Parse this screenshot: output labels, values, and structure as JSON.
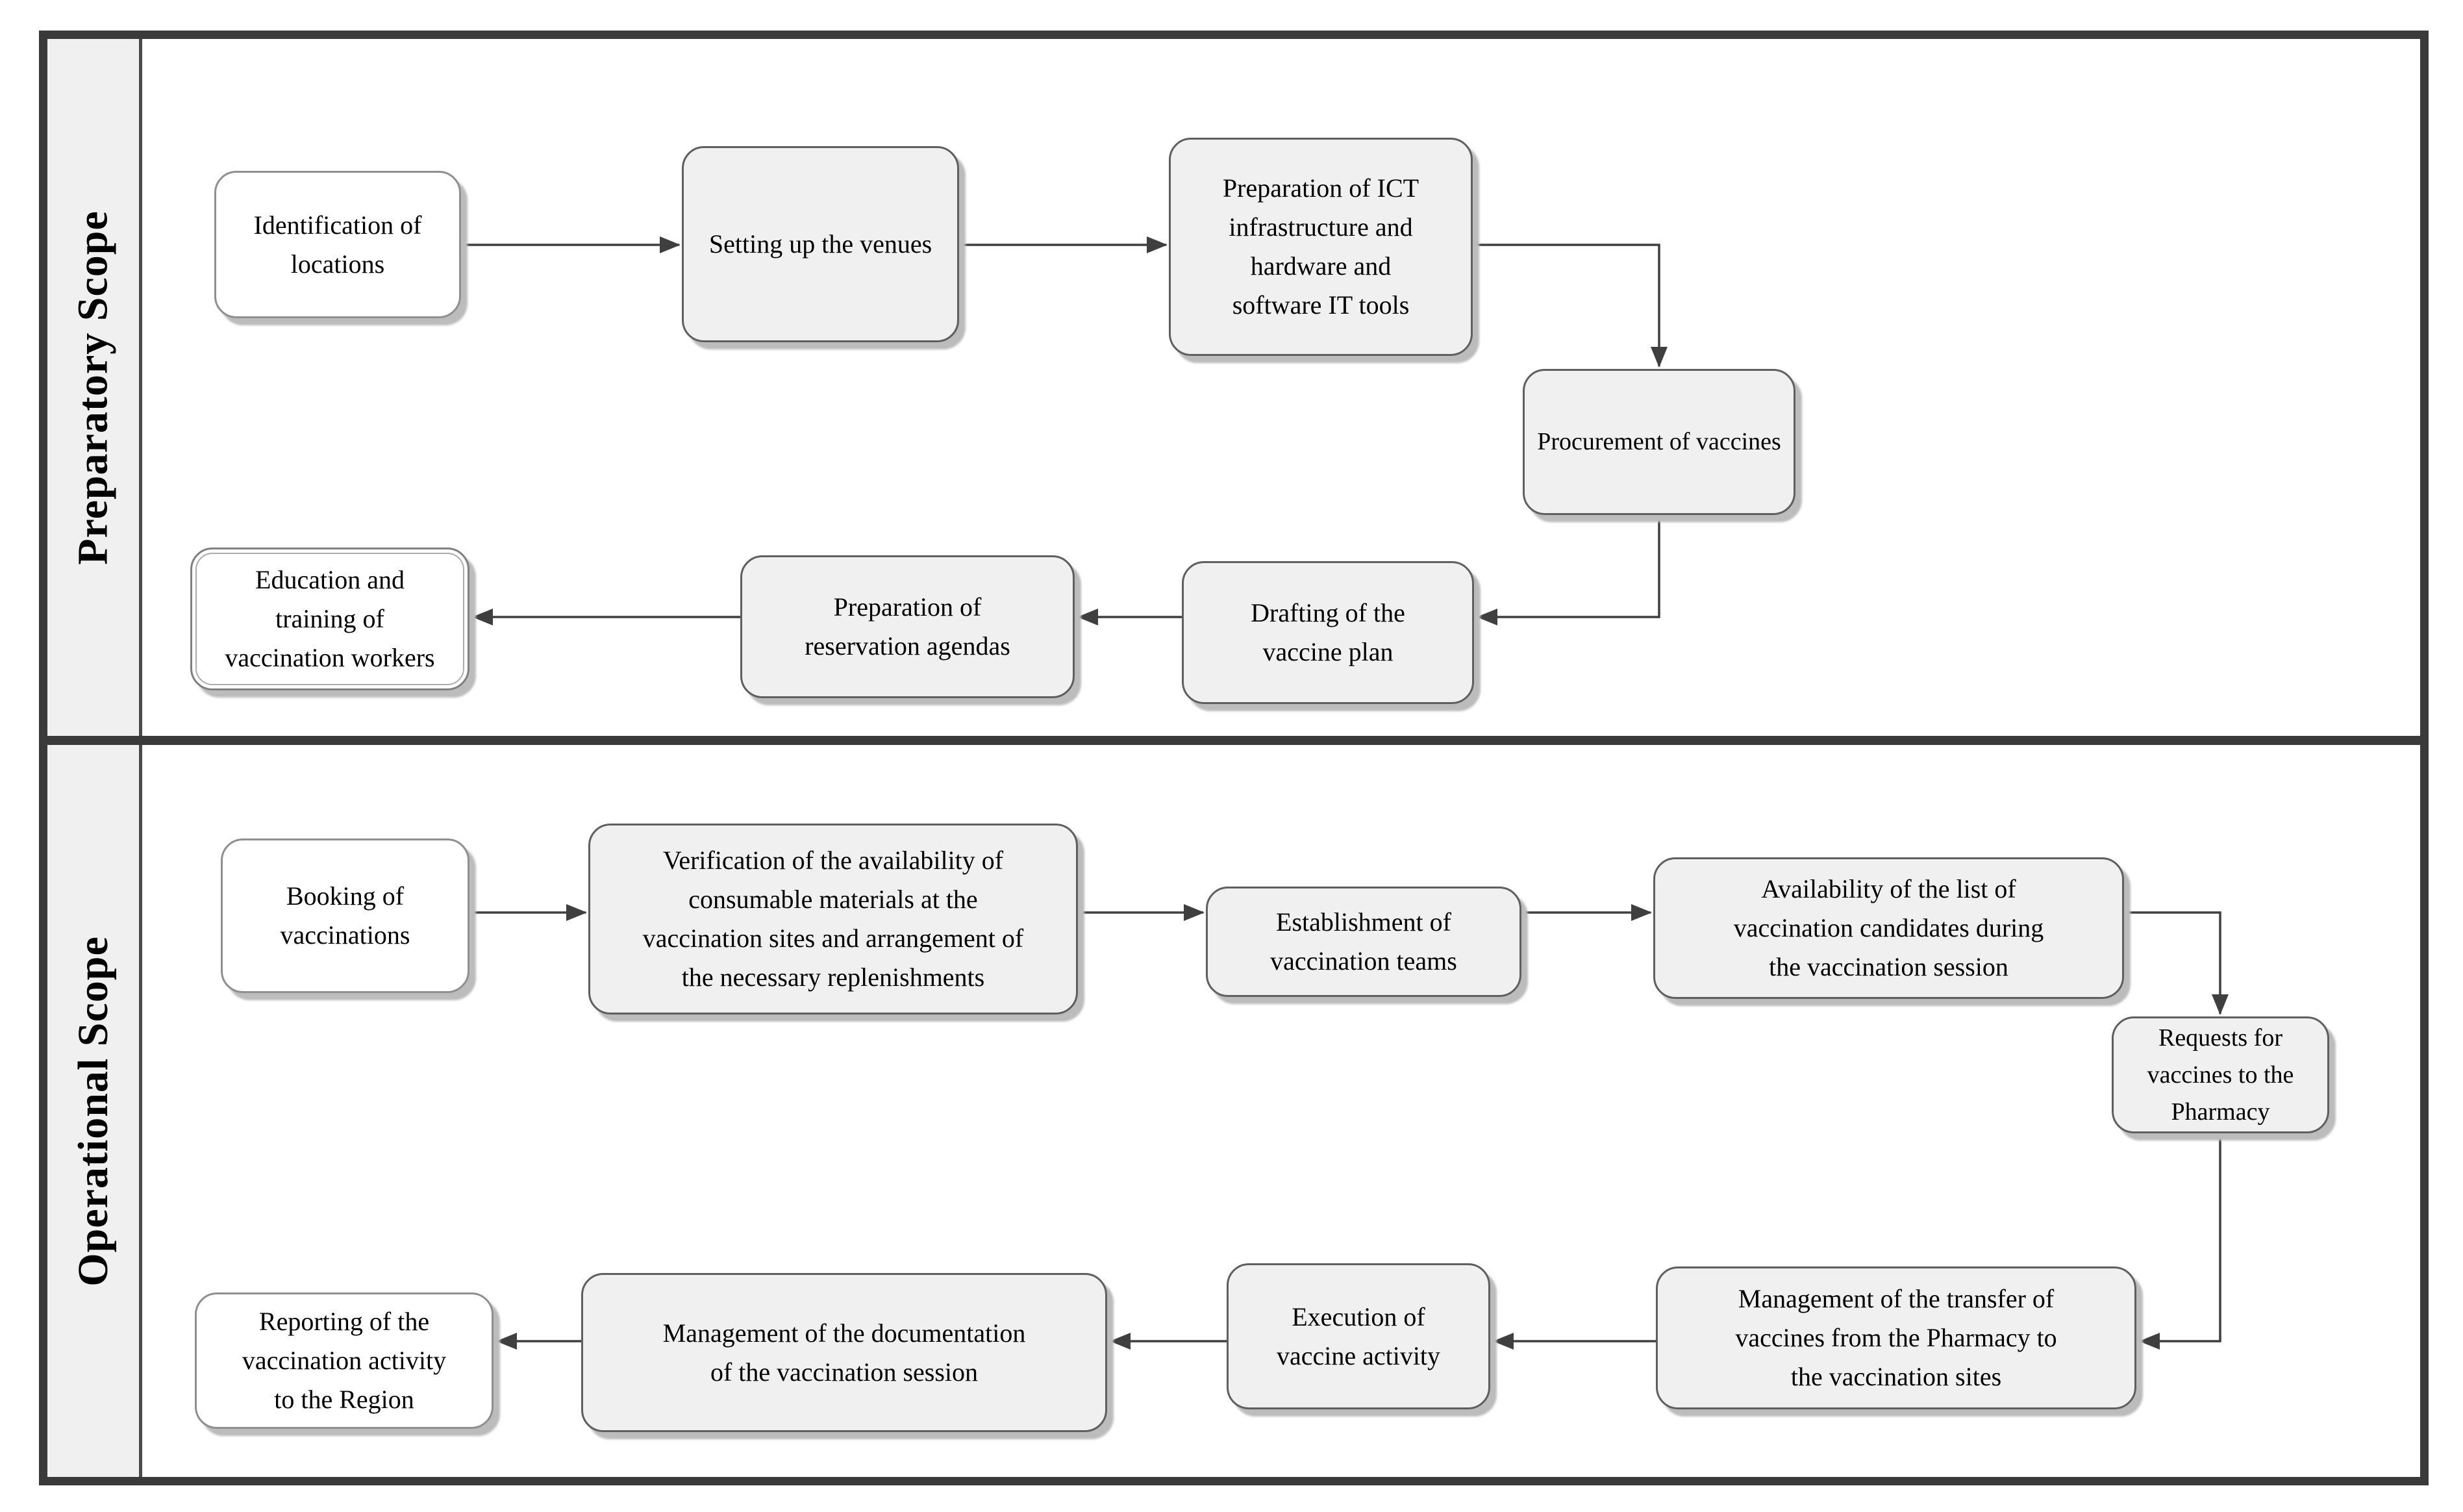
{
  "diagram": {
    "type": "flowchart-swimlane",
    "lanes": [
      {
        "id": "preparatory",
        "label": "Preparatory Scope"
      },
      {
        "id": "operational",
        "label": "Operational Scope"
      }
    ],
    "nodes": [
      {
        "id": "p1",
        "lane": "preparatory",
        "variant": "white",
        "lines": [
          "Identification of",
          "locations"
        ]
      },
      {
        "id": "p2",
        "lane": "preparatory",
        "variant": "gray",
        "lines": [
          "Setting up the venues"
        ]
      },
      {
        "id": "p3",
        "lane": "preparatory",
        "variant": "gray",
        "lines": [
          "Preparation of ICT",
          "infrastructure and",
          "hardware and",
          "software IT tools"
        ]
      },
      {
        "id": "p4",
        "lane": "preparatory",
        "variant": "gray",
        "lines": [
          "Procurement of vaccines"
        ]
      },
      {
        "id": "p5",
        "lane": "preparatory",
        "variant": "gray",
        "lines": [
          "Drafting of the",
          "vaccine plan"
        ]
      },
      {
        "id": "p6",
        "lane": "preparatory",
        "variant": "gray",
        "lines": [
          "Preparation of",
          "reservation agendas"
        ]
      },
      {
        "id": "p7",
        "lane": "preparatory",
        "variant": "double",
        "lines": [
          "Education and",
          "training of",
          "vaccination workers"
        ]
      },
      {
        "id": "o1",
        "lane": "operational",
        "variant": "white",
        "lines": [
          "Booking of",
          "vaccinations"
        ]
      },
      {
        "id": "o2",
        "lane": "operational",
        "variant": "gray",
        "lines": [
          "Verification of the availability of",
          "consumable materials at the",
          "vaccination sites and arrangement of",
          "the necessary replenishments"
        ]
      },
      {
        "id": "o3",
        "lane": "operational",
        "variant": "gray",
        "lines": [
          "Establishment of",
          "vaccination teams"
        ]
      },
      {
        "id": "o4",
        "lane": "operational",
        "variant": "gray",
        "lines": [
          "Availability of the list of",
          "vaccination candidates during",
          "the vaccination session"
        ]
      },
      {
        "id": "o5",
        "lane": "operational",
        "variant": "gray",
        "lines": [
          "Requests for",
          "vaccines to the",
          "Pharmacy"
        ]
      },
      {
        "id": "o6",
        "lane": "operational",
        "variant": "gray",
        "lines": [
          "Management of the transfer of",
          "vaccines from the Pharmacy to",
          "the vaccination sites"
        ]
      },
      {
        "id": "o7",
        "lane": "operational",
        "variant": "gray",
        "lines": [
          "Execution of",
          "vaccine activity"
        ]
      },
      {
        "id": "o8",
        "lane": "operational",
        "variant": "gray",
        "lines": [
          "Management of the documentation",
          "of the vaccination session"
        ]
      },
      {
        "id": "o9",
        "lane": "operational",
        "variant": "white",
        "lines": [
          "Reporting of the",
          "vaccination activity",
          "to the Region"
        ]
      }
    ],
    "edges": [
      {
        "from": "p1",
        "to": "p2"
      },
      {
        "from": "p2",
        "to": "p3"
      },
      {
        "from": "p3",
        "to": "p4"
      },
      {
        "from": "p4",
        "to": "p5"
      },
      {
        "from": "p5",
        "to": "p6"
      },
      {
        "from": "p6",
        "to": "p7"
      },
      {
        "from": "o1",
        "to": "o2"
      },
      {
        "from": "o2",
        "to": "o3"
      },
      {
        "from": "o3",
        "to": "o4"
      },
      {
        "from": "o4",
        "to": "o5"
      },
      {
        "from": "o5",
        "to": "o6"
      },
      {
        "from": "o6",
        "to": "o7"
      },
      {
        "from": "o7",
        "to": "o8"
      },
      {
        "from": "o8",
        "to": "o9"
      }
    ],
    "colors": {
      "frame": "#3a3a3a",
      "lane_fill": "#f0f0f0",
      "node_fill_gray": "#f0f0f0",
      "node_fill_white": "#ffffff",
      "node_border": "#5f5f5f",
      "connector": "#3f3f3f",
      "shadow": "#bcbcbc",
      "text": "#000000"
    }
  }
}
